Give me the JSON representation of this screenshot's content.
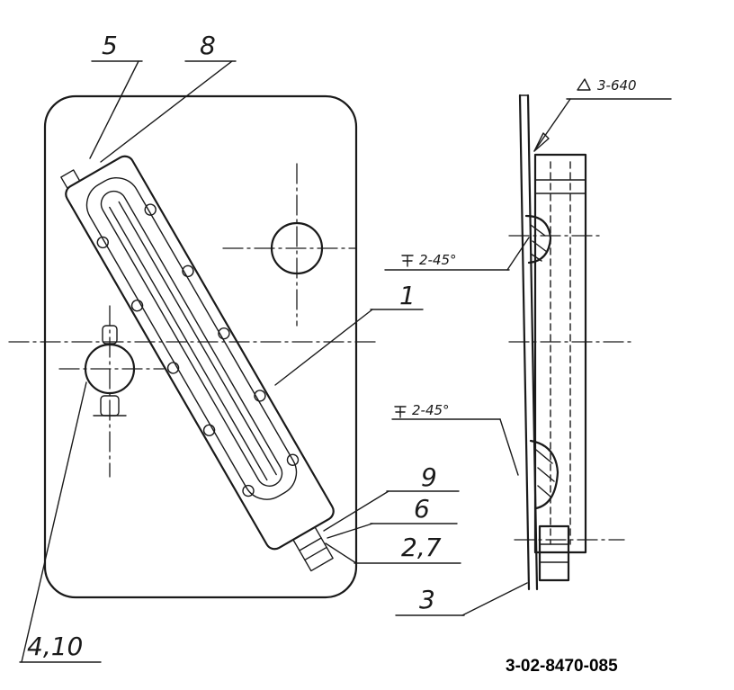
{
  "callouts": {
    "c5": "5",
    "c8": "8",
    "c1": "1",
    "c9": "9",
    "c6": "6",
    "c27": "2,7",
    "c3": "3",
    "c410": "4,10"
  },
  "weld_notes": {
    "top": "3-640",
    "upper": "2-45°",
    "lower": "2-45°"
  },
  "drawing_number": "3-02-8470-085"
}
